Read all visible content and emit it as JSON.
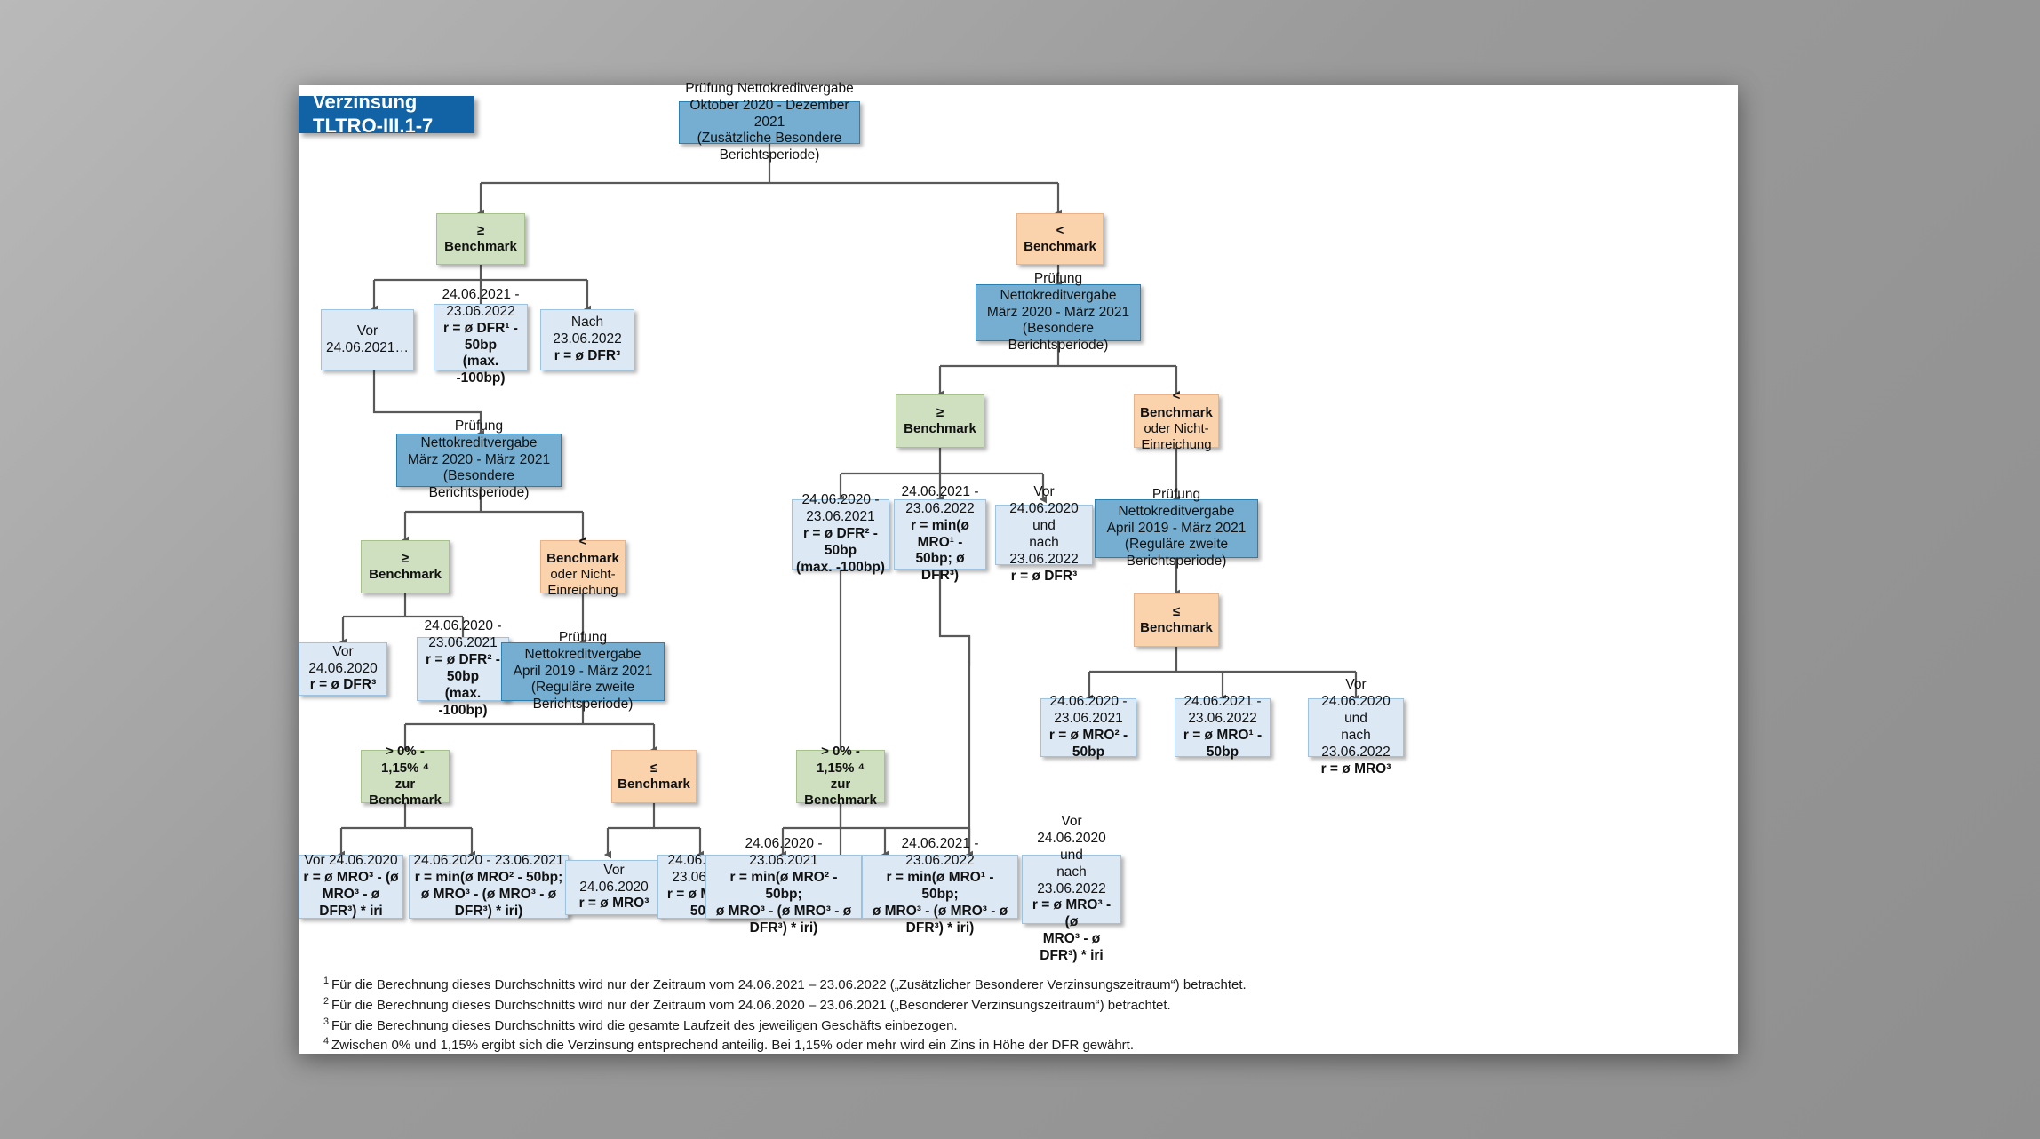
{
  "title_badge": "Verzinsung TLTRO-III.1-7",
  "nodes": {
    "root": {
      "l1": "Prüfung Nettokreditvergabe",
      "l2": "Oktober 2020 - Dezember 2021",
      "l3": "(Zusätzliche Besondere Berichtsperiode)"
    },
    "left_ge_bench": "≥ Benchmark",
    "right_lt_bench": "< Benchmark",
    "l_vor_240621": "Vor 24.06.2021…",
    "l_2021_2022": {
      "l1": "24.06.2021 -",
      "l2": "23.06.2022",
      "l3": "r = ø DFR¹ - 50bp",
      "l4": "(max. -100bp)"
    },
    "l_nach_230622": {
      "l1": "Nach 23.06.2022",
      "l2": "r = ø DFR³"
    },
    "l_pruefung_maerz": {
      "l1": "Prüfung Nettokreditvergabe",
      "l2": "März 2020 - März 2021",
      "l3": "(Besondere Berichtsperiode)"
    },
    "l_ge_bench2": "≥ Benchmark",
    "l_lt_bench2": {
      "l1": "< Benchmark",
      "l2": "oder Nicht-",
      "l3": "Einreichung"
    },
    "l_vor_240620": {
      "l1": "Vor 24.06.2020",
      "l2": "r = ø DFR³"
    },
    "l_2020_2021": {
      "l1": "24.06.2020 -",
      "l2": "23.06.2021",
      "l3": "r = ø DFR² - 50bp",
      "l4": "(max. -100bp)"
    },
    "l_pruefung_april": {
      "l1": "Prüfung Nettokreditvergabe",
      "l2": "April 2019 - März 2021",
      "l3": "(Reguläre zweite Berichtsperiode)"
    },
    "l_pct_bench": {
      "l1": "> 0% - 1,15% ⁴",
      "l2": "zur Benchmark"
    },
    "l_le_bench": "≤ Benchmark",
    "lf1": {
      "l1": "Vor 24.06.2020",
      "l2": "r = ø MRO³ - (ø",
      "l3": "MRO³ - ø DFR³) * iri"
    },
    "lf2": {
      "l1": "24.06.2020 - 23.06.2021",
      "l2": "r = min(ø MRO² - 50bp;",
      "l3": "ø MRO³ - (ø MRO³ - ø DFR³) * iri)"
    },
    "lf3": {
      "l1": "Vor 24.06.2020",
      "l2": "r = ø MRO³"
    },
    "lf4": {
      "l1": "24.06.2020 -",
      "l2": "23.06.2021",
      "l3": "r = ø MRO² - 50bp"
    },
    "r_pruefung_maerz": {
      "l1": "Prüfung Nettokreditvergabe",
      "l2": "März 2020 - März 2021",
      "l3": "(Besondere Berichtsperiode)"
    },
    "r_ge_bench": "≥ Benchmark",
    "r_lt_bench": {
      "l1": "< Benchmark",
      "l2": "oder Nicht-",
      "l3": "Einreichung"
    },
    "r1": {
      "l1": "24.06.2020 -",
      "l2": "23.06.2021",
      "l3": "r = ø DFR² - 50bp",
      "l4": "(max. -100bp)"
    },
    "r2": {
      "l1": "24.06.2021 -",
      "l2": "23.06.2022",
      "l3": "r = min(ø MRO¹ -",
      "l4": "50bp; ø DFR³)"
    },
    "r3": {
      "l1": "Vor 24.06.2020 und",
      "l2": "nach 23.06.2022",
      "l3": "r = ø DFR³"
    },
    "r_pruefung_april": {
      "l1": "Prüfung Nettokreditvergabe",
      "l2": "April 2019 - März 2021",
      "l3": "(Reguläre zweite Berichtsperiode)"
    },
    "r_le_bench": "≤ Benchmark",
    "r_pct_bench": {
      "l1": "> 0% - 1,15% ⁴",
      "l2": "zur Benchmark"
    },
    "rf1": {
      "l1": "24.06.2020 - 23.06.2021",
      "l2": "r = min(ø MRO² - 50bp;",
      "l3": "ø MRO³ - (ø MRO³ - ø DFR³) * iri)"
    },
    "rf2": {
      "l1": "24.06.2021 - 23.06.2022",
      "l2": "r = min(ø MRO¹ - 50bp;",
      "l3": "ø MRO³ - (ø MRO³ - ø DFR³) * iri)"
    },
    "rf3": {
      "l1": "Vor 24.06.2020 und",
      "l2": "nach 23.06.2022",
      "l3": "r = ø MRO³ - (ø",
      "l4": "MRO³ - ø DFR³) * iri"
    },
    "rb1": {
      "l1": "24.06.2020 -",
      "l2": "23.06.2021",
      "l3": "r = ø MRO² - 50bp"
    },
    "rb2": {
      "l1": "24.06.2021 -",
      "l2": "23.06.2022",
      "l3": "r = ø MRO¹ - 50bp"
    },
    "rb3": {
      "l1": "Vor 24.06.2020 und",
      "l2": "nach 23.06.2022",
      "l3": "r = ø MRO³"
    }
  },
  "footnotes": [
    {
      "marker": "1",
      "text": "Für die Berechnung dieses Durchschnitts wird nur der Zeitraum vom 24.06.2021 – 23.06.2022 („Zusätzlicher Besonderer Verzinsungszeitraum“) betrachtet."
    },
    {
      "marker": "2",
      "text": "Für die Berechnung dieses Durchschnitts wird nur der Zeitraum vom 24.06.2020 – 23.06.2021 („Besonderer Verzinsungszeitraum“) betrachtet."
    },
    {
      "marker": "3",
      "text": "Für die Berechnung dieses Durchschnitts wird die gesamte Laufzeit des jeweiligen Geschäfts einbezogen."
    },
    {
      "marker": "4",
      "text": "Zwischen 0% und 1,15% ergibt sich die Verzinsung entsprechend anteilig. Bei 1,15% oder mehr wird ein Zins in Höhe der DFR gewährt."
    }
  ],
  "colors": {
    "title_bg": "#1163a5",
    "process_blue": "#75aed0",
    "result_lightblue": "#dce9f5",
    "decision_green": "#cfe0c0",
    "decision_orange": "#fad3ad",
    "connector": "#595959"
  }
}
